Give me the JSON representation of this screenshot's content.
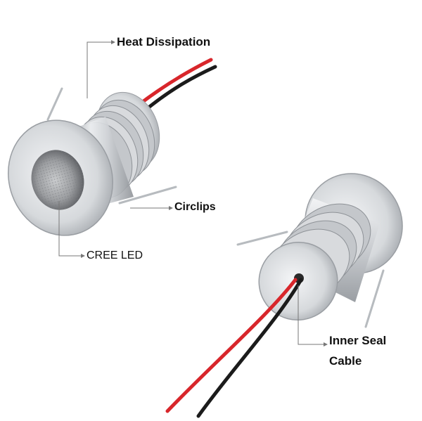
{
  "labels": {
    "heat_dissipation": "Heat Dissipation",
    "circlips": "Circlips",
    "cree_led": "CREE LED",
    "inner_seal_line1": "Inner Seal",
    "inner_seal_line2": "Cable"
  },
  "colors": {
    "background": "#ffffff",
    "aluminum": "#cfd2d6",
    "red_wire": "#d8262b",
    "black_wire": "#1b1b1b",
    "callout_line": "#777777"
  }
}
